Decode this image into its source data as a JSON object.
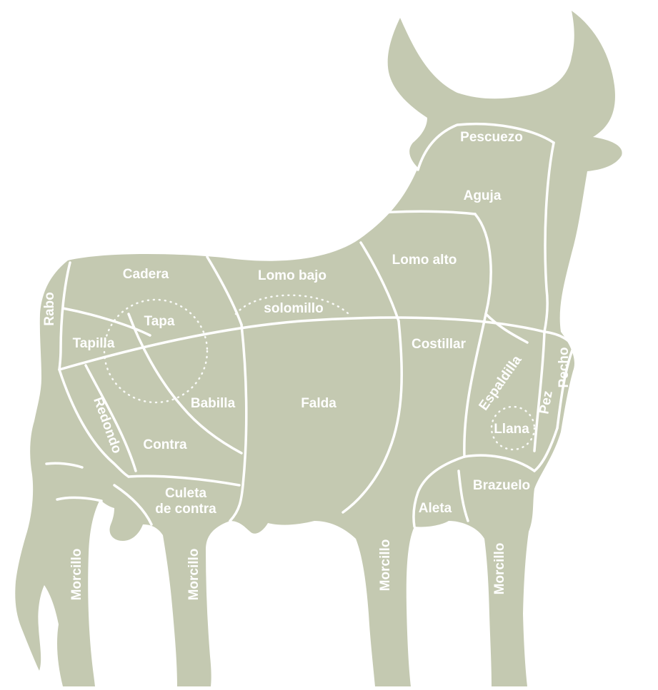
{
  "colors": {
    "body": "#c4c9b1",
    "lines": "#ffffff",
    "labels": "#ffffff",
    "background": "#ffffff"
  },
  "labels": {
    "pescuezo": "Pescuezo",
    "aguja": "Aguja",
    "lomo_alto": "Lomo alto",
    "lomo_bajo": "Lomo bajo",
    "cadera": "Cadera",
    "solomillo": "solomillo",
    "tapa": "Tapa",
    "rabo": "Rabo",
    "tapilla": "Tapilla",
    "costillar": "Costillar",
    "pecho": "Pecho",
    "espaldilla": "Espaldilla",
    "pez": "Pez",
    "llana": "Llana",
    "redondo": "Redondo",
    "babilla": "Babilla",
    "falda": "Falda",
    "contra": "Contra",
    "culeta_line1": "Culeta",
    "culeta_line2": "de contra",
    "brazuelo": "Brazuelo",
    "aleta": "Aleta",
    "morcillo_rear_outer": "Morcillo",
    "morcillo_rear_inner": "Morcillo",
    "morcillo_front_inner": "Morcillo",
    "morcillo_front_outer": "Morcillo"
  }
}
